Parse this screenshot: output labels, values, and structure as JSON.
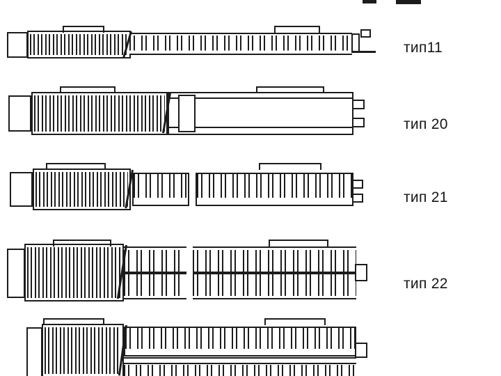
{
  "page": {
    "background": "#ffffff",
    "line_color": "#1c1c1c",
    "label_color": "#161616"
  },
  "diagrams": [
    {
      "id": "type-11",
      "label": "тип11"
    },
    {
      "id": "type-20",
      "label": "тип 20"
    },
    {
      "id": "type-21",
      "label": "тип 21"
    },
    {
      "id": "type-22",
      "label": "тип 22"
    },
    {
      "id": "type-bottom-partial",
      "label": ""
    }
  ]
}
